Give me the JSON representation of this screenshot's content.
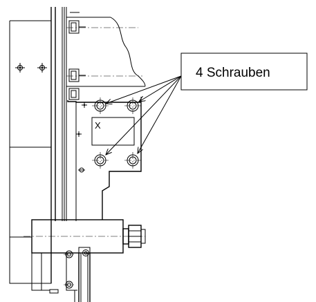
{
  "callout": {
    "label": "4 Schrauben"
  },
  "part_marker": {
    "label": "X"
  },
  "screws": {
    "count": 4
  }
}
